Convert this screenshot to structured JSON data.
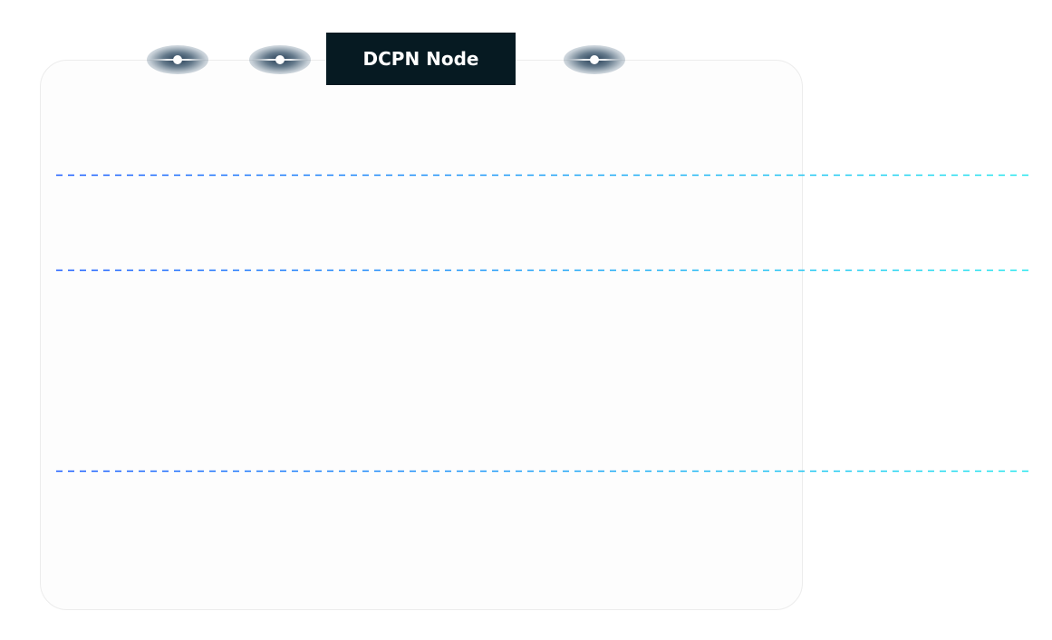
{
  "node": {
    "label": "DCPN Node",
    "background": "#061a22",
    "text_color": "#ffffff"
  },
  "connectors": [
    {
      "name": "connector-left-outer"
    },
    {
      "name": "connector-left-inner"
    },
    {
      "name": "connector-right"
    }
  ],
  "lanes": {
    "count": 3,
    "gradient_start": "#1a5cff",
    "gradient_end": "#22e6ee",
    "style": "dashed"
  }
}
